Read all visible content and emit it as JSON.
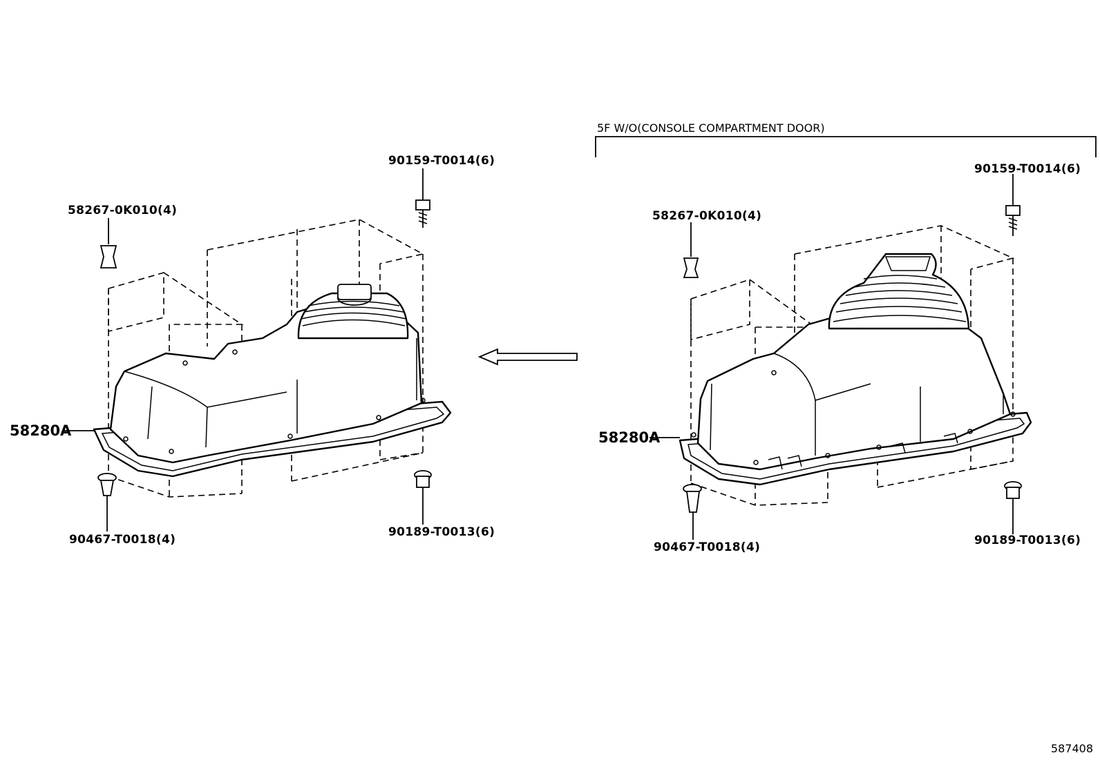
{
  "left_assembly": {
    "bolt_top": "90159-T0014(6)",
    "clip_top": "58267-0K010(4)",
    "pad": "58280A",
    "clip_bottom": "90467-T0018(4)",
    "nut_bottom": "90189-T0013(6)"
  },
  "right_assembly": {
    "condition": "5F W/O(CONSOLE COMPARTMENT DOOR)",
    "bolt_top": "90159-T0014(6)",
    "clip_top": "58267-0K010(4)",
    "pad": "58280A",
    "clip_bottom": "90467-T0018(4)",
    "nut_bottom": "90189-T0013(6)"
  },
  "figure_ref": "587408"
}
